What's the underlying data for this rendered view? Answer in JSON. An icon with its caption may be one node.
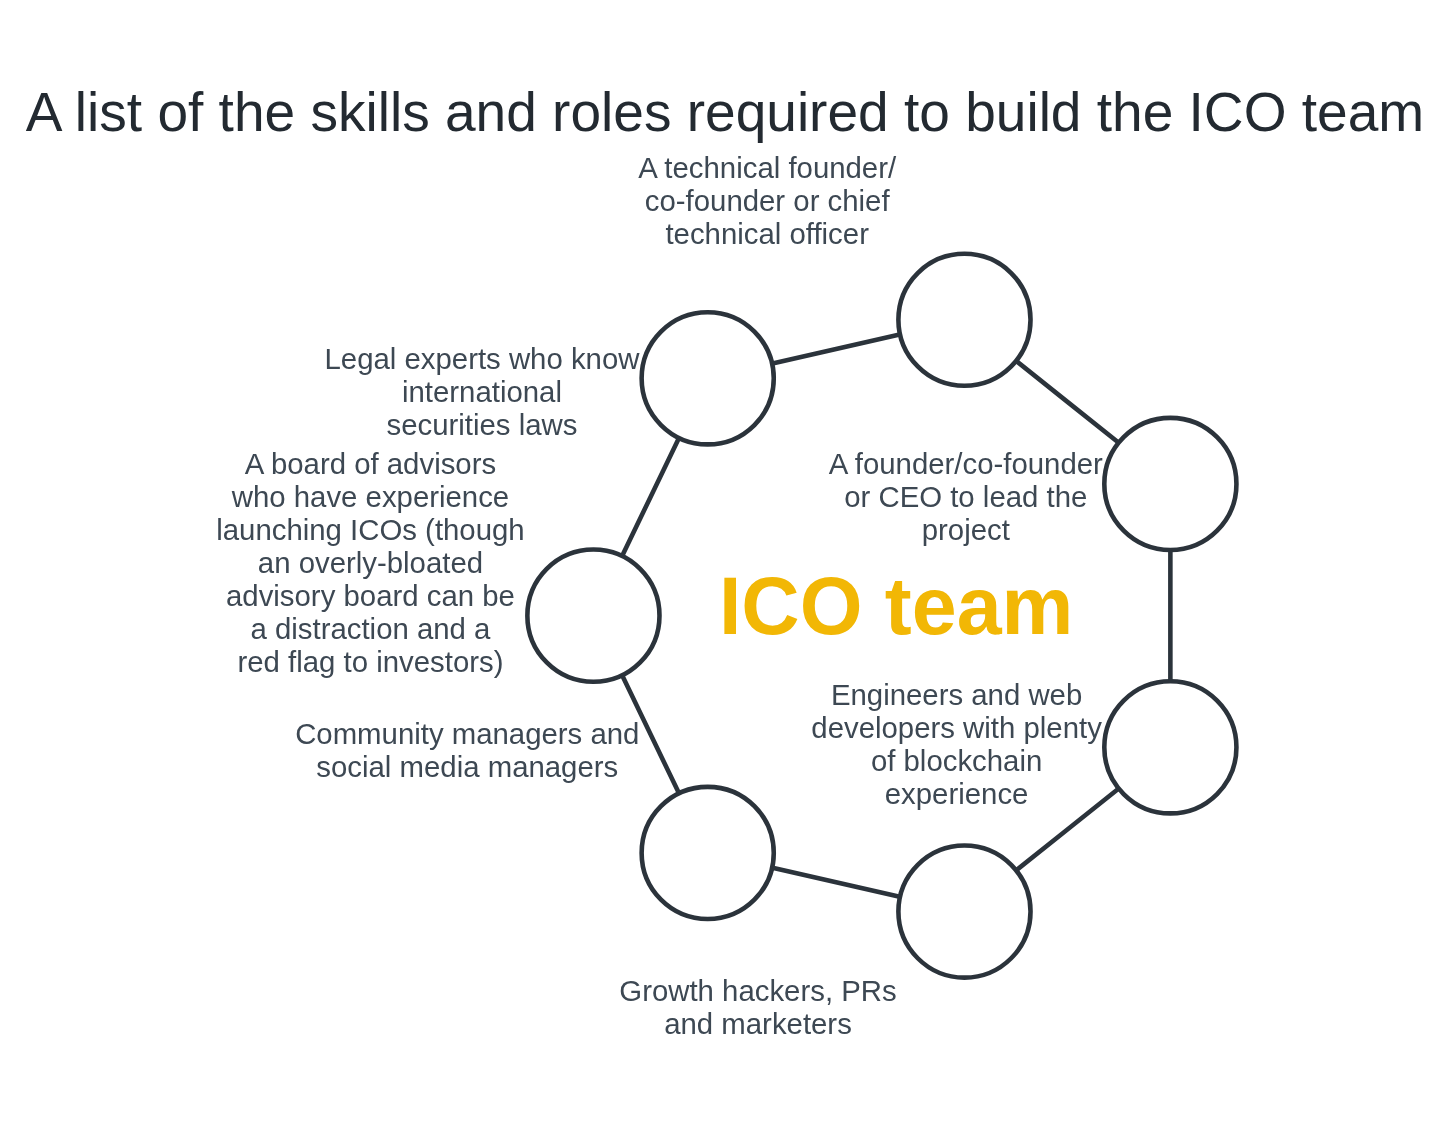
{
  "diagram": {
    "title": "A list of the skills and roles required to build the ICO team",
    "nodes": [
      {
        "text": [
          "ICO team"
        ]
      },
      {
        "text": [],
        "shape": "person",
        "beside": [
          "A founder/co-founder or CEO to lead the project"
        ]
      },
      {
        "text": [],
        "shape": "person",
        "beside": [
          "A technical founder/ co-founder or chief technical officer"
        ]
      },
      {
        "text": [],
        "shape": "person",
        "beside": [
          "Legal experts who know international securities laws"
        ]
      },
      {
        "text": [],
        "shape": "person",
        "beside": [
          "A board of advisors who have experience launching ICOs (though an overly-bloated advisory board can be a distraction and a red flag to investors)"
        ]
      },
      {
        "text": [],
        "shape": "person",
        "beside": [
          "Community managers and social media managers"
        ]
      },
      {
        "text": [],
        "shape": "person",
        "beside": [
          "Growth hackers, PRs and marketers"
        ]
      },
      {
        "text": [],
        "shape": "person",
        "beside": [
          "Engineers and web developers with plenty of blockchain experience"
        ]
      }
    ],
    "edges": [
      {
        "from": 1,
        "to": 2,
        "arrow": "none"
      },
      {
        "from": 2,
        "to": 3,
        "arrow": "none"
      },
      {
        "from": 3,
        "to": 4,
        "arrow": "none"
      },
      {
        "from": 4,
        "to": 5,
        "arrow": "none"
      },
      {
        "from": 5,
        "to": 6,
        "arrow": "none"
      },
      {
        "from": 6,
        "to": 7,
        "arrow": "none"
      },
      {
        "from": 7,
        "to": 1,
        "arrow": "none"
      }
    ]
  }
}
